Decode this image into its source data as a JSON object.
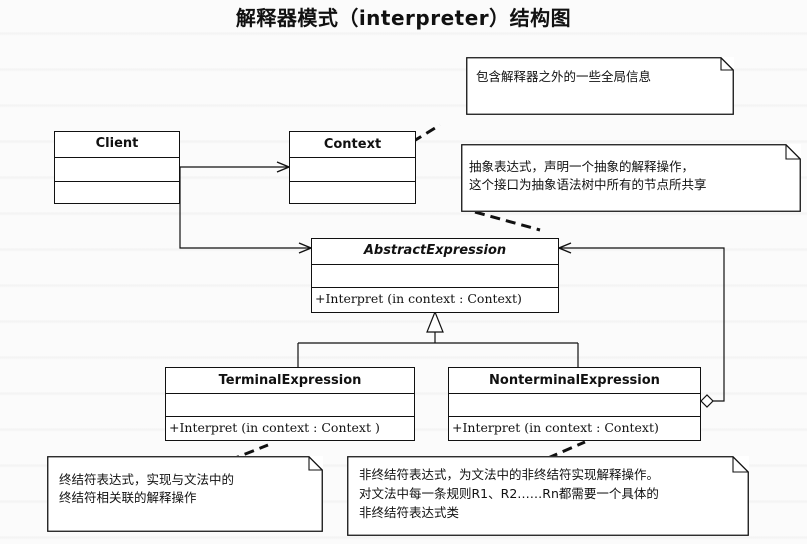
{
  "title": "解释器模式（interpreter）结构图",
  "classes": {
    "client": {
      "name": "Client"
    },
    "context": {
      "name": "Context"
    },
    "abstract_expression": {
      "name": "AbstractExpression",
      "operation": "+Interpret (in context  : Context)"
    },
    "terminal_expression": {
      "name": "TerminalExpression",
      "operation": "+Interpret (in context  : Context )"
    },
    "nonterminal_expression": {
      "name": "NonterminalExpression",
      "operation": "+Interpret (in context  : Context)"
    }
  },
  "notes": {
    "context_note": {
      "lines": [
        "包含解释器之外的一些全局信息"
      ]
    },
    "abstract_note": {
      "lines": [
        "抽象表达式，声明一个抽象的解释操作，",
        "这个接口为抽象语法树中所有的节点所共享"
      ]
    },
    "terminal_note": {
      "lines": [
        "终结符表达式，实现与文法中的",
        "终结符相关联的解释操作"
      ]
    },
    "nonterminal_note": {
      "lines": [
        "非终结符表达式，为文法中的非终结符实现解释操作。",
        "对文法中每一条规则R1、R2……Rn都需要一个具体的",
        "非终结符表达式类"
      ]
    }
  },
  "colors": {
    "line": "#111111",
    "background": "#fbfbfb",
    "box": "#ffffff"
  }
}
